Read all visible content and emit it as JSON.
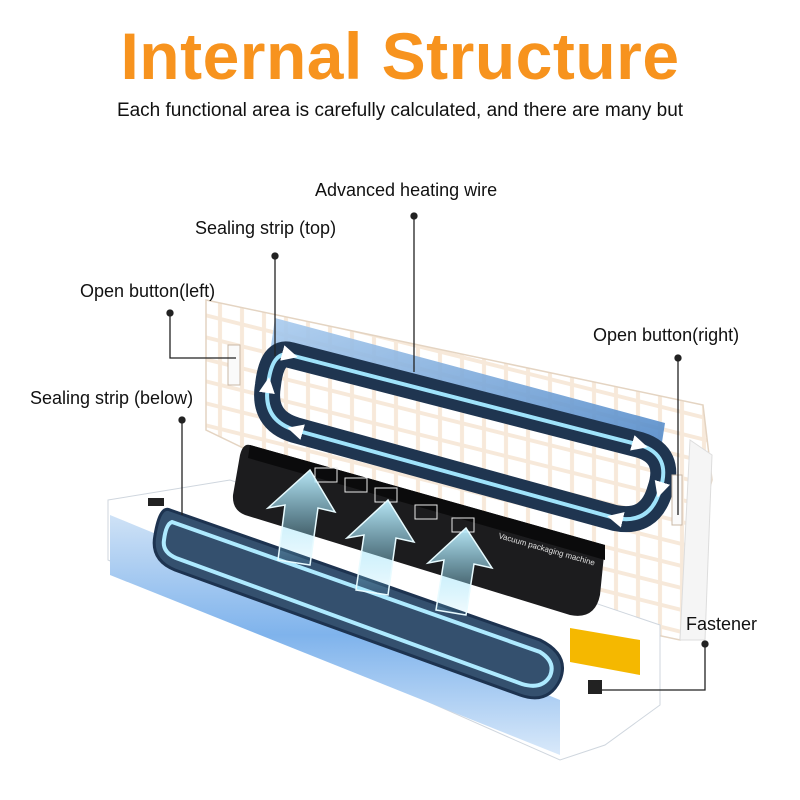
{
  "header": {
    "title": "Internal Structure",
    "subtitle": "Each functional area is carefully calculated, and there are many but"
  },
  "callouts": {
    "heating_wire": "Advanced heating wire",
    "sealing_top": "Sealing strip (top)",
    "open_left": "Open button(left)",
    "open_right": "Open button(right)",
    "sealing_below": "Sealing strip (below)",
    "fastener": "Fastener"
  },
  "panel": {
    "buttons": [
      "",
      "",
      "",
      "",
      ""
    ],
    "caption": "Vacuum packaging machine"
  },
  "colors": {
    "title": "#f7931e",
    "airflow": "#7fd8f5",
    "device_body": "#ffffff",
    "panel": "#1c1c1e",
    "warning_label": "#f5b800"
  }
}
